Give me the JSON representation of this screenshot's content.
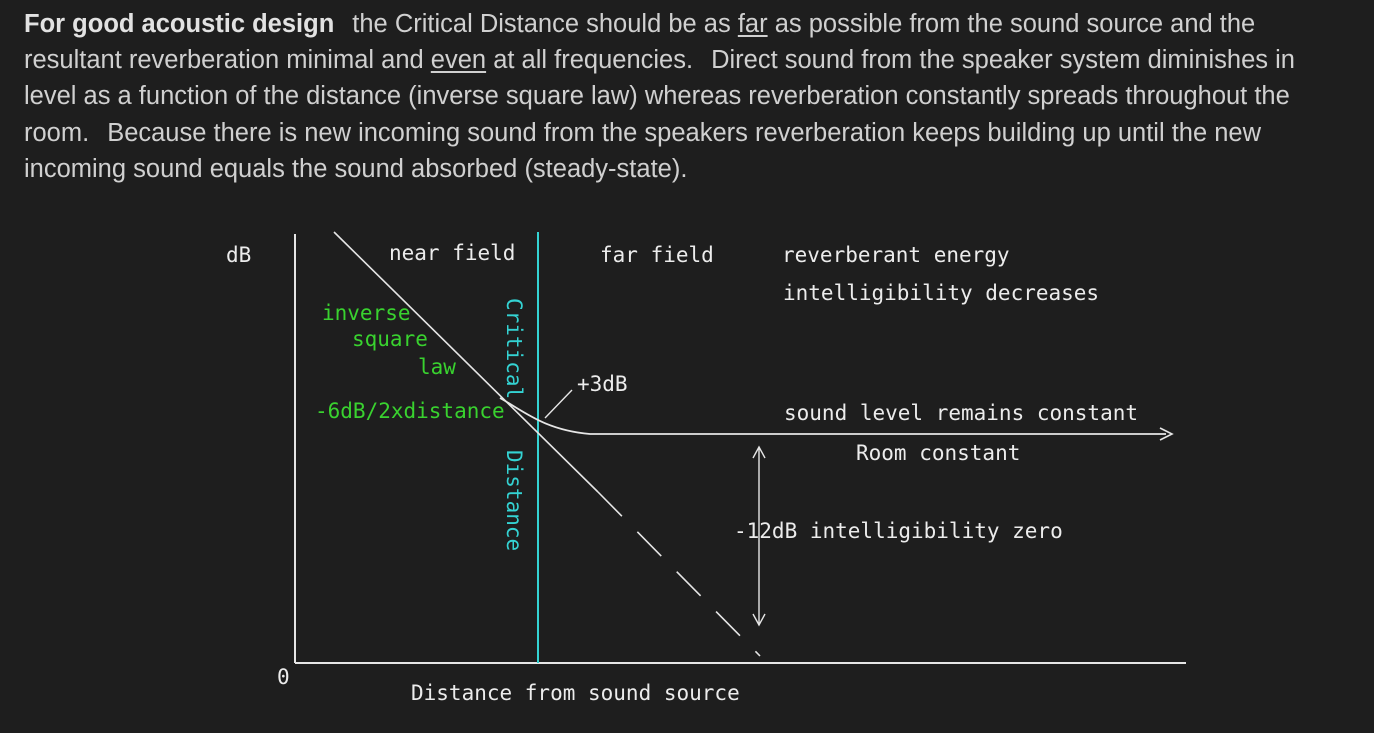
{
  "paragraph": {
    "lead": "For good acoustic design",
    "p1": "the Critical Distance should be as",
    "u1": "far",
    "p2": "as possible from the sound source and the resultant reverberation minimal and",
    "u2": "even",
    "p3": "at all frequencies.",
    "p4": "Direct sound from the speaker system diminishes in level as a function of the distance (inverse square law) whereas reverberation constantly spreads throughout the room.",
    "p5": "Because there is new incoming sound from the speakers reverberation keeps building up until the new incoming sound equals the sound absorbed (steady-state)."
  },
  "diagram": {
    "y_axis_label": "dB",
    "origin_label": "0",
    "x_axis_label": "Distance from sound source",
    "near_field": "near field",
    "far_field": "far field",
    "reverberant_energy": "reverberant energy",
    "intelligibility_decreases": "intelligibility decreases",
    "inverse_line1": "inverse",
    "inverse_line2": "square",
    "inverse_line3": "law",
    "slope_label": "-6dB/2xdistance",
    "critical_word": "Critical",
    "distance_word": "Distance",
    "plus3db": "+3dB",
    "sound_level_constant": "sound level remains constant",
    "room_constant": "Room constant",
    "minus12db": "-12dB intelligibility zero",
    "colors": {
      "background": "#1e1e1e",
      "text": "#ececec",
      "green_labels": "#39d22f",
      "critical_distance": "#34d3d3"
    }
  }
}
